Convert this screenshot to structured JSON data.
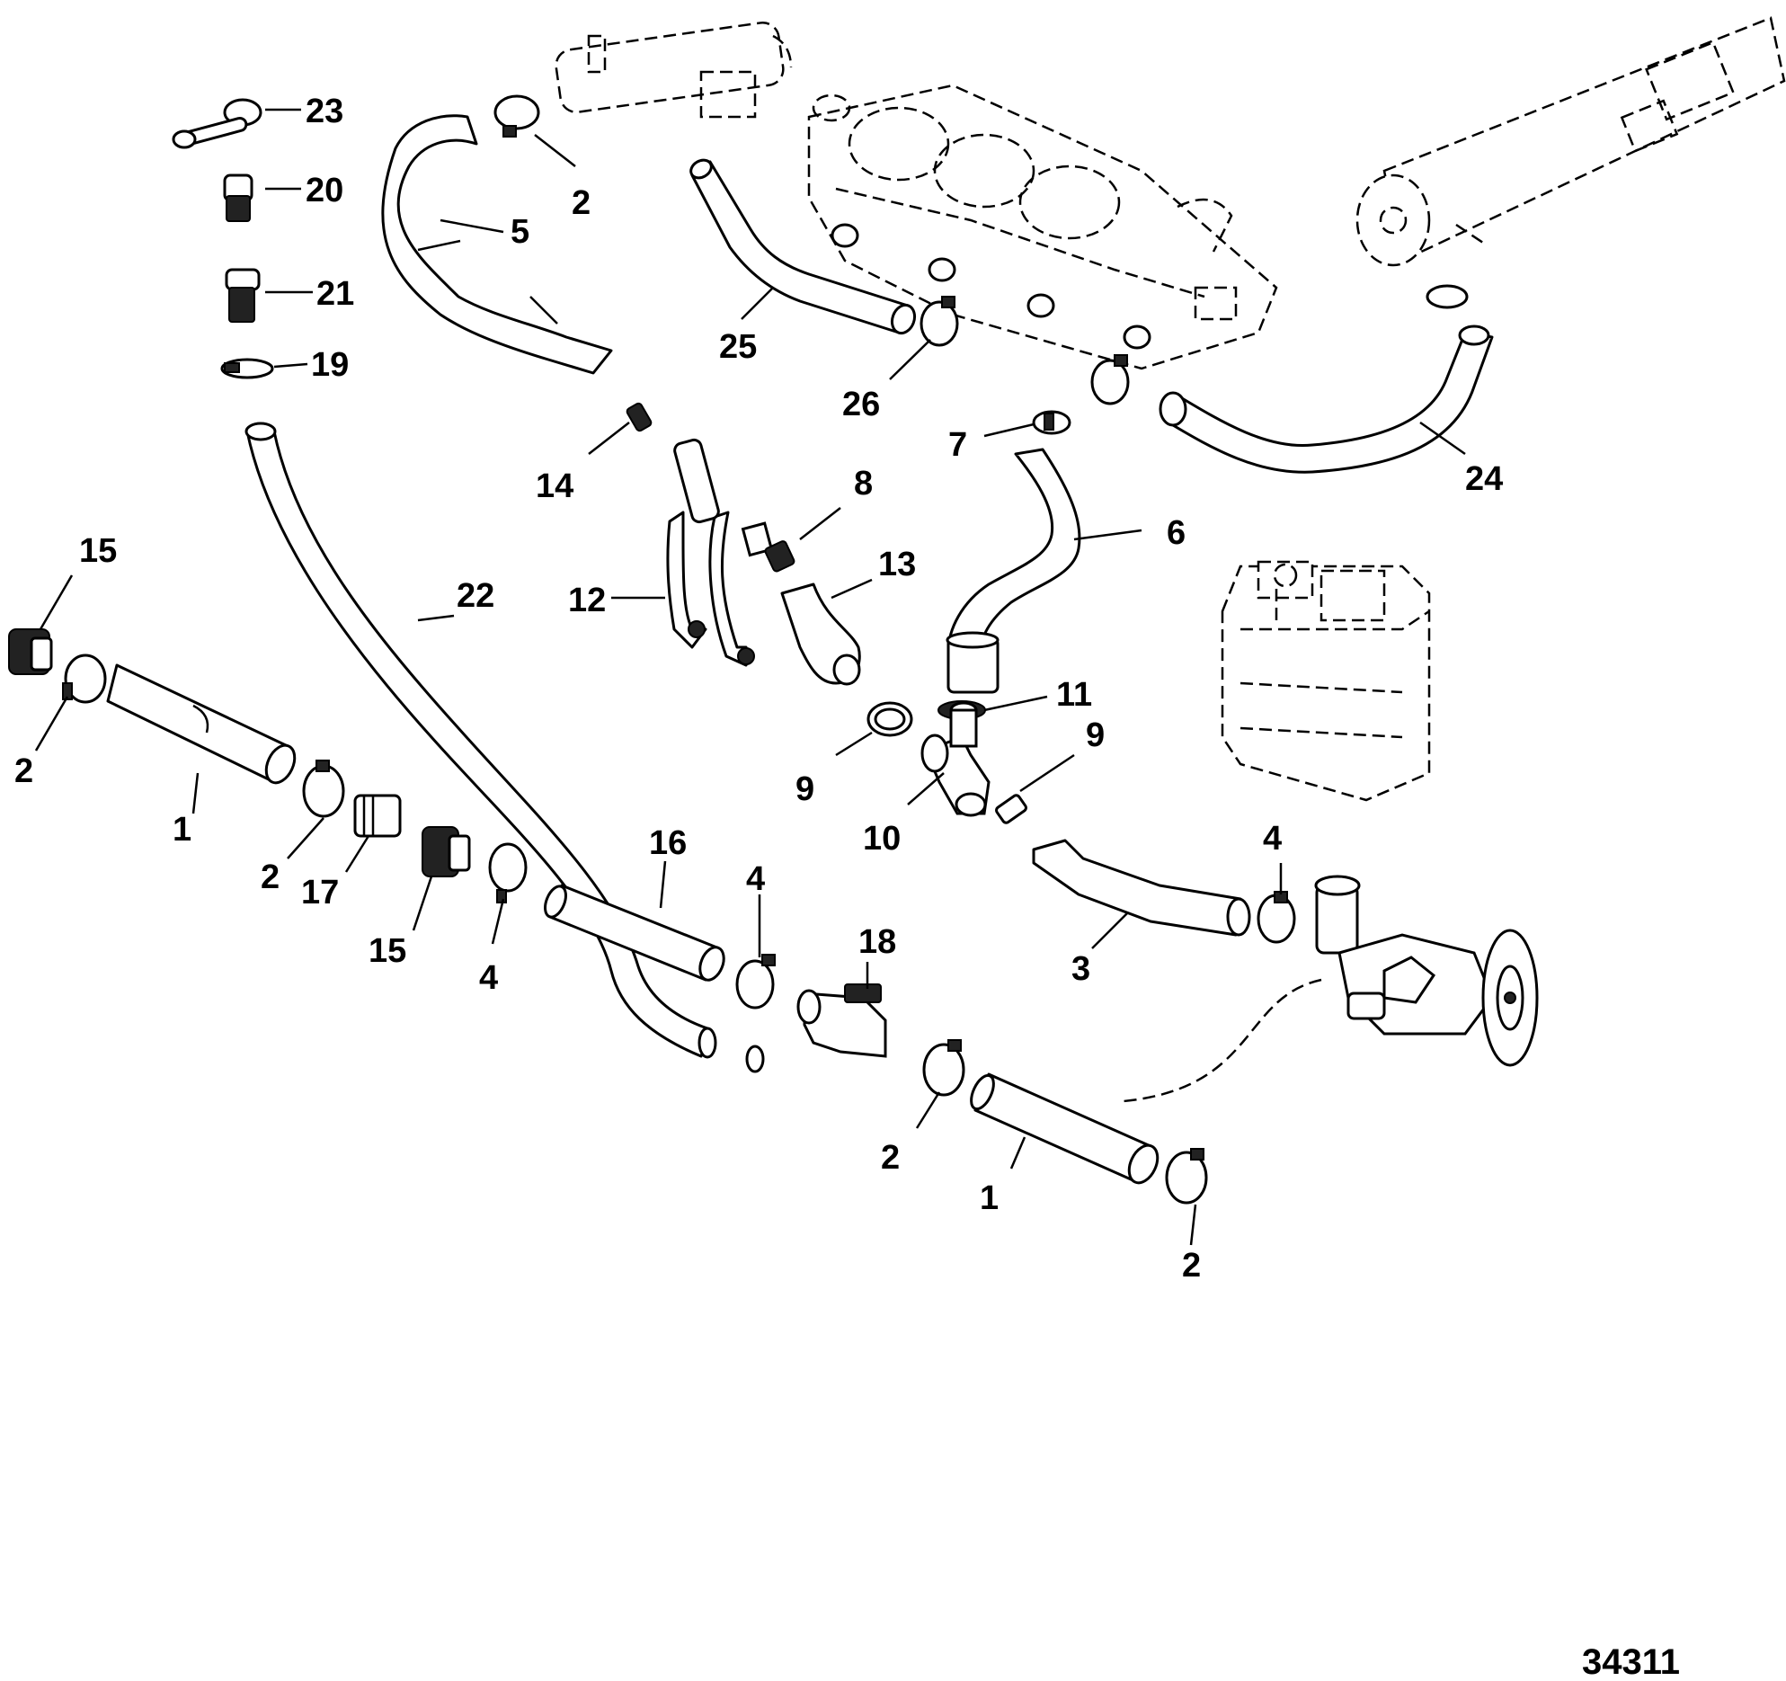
{
  "figure": {
    "number": "34311"
  },
  "callouts": [
    {
      "id": "c23",
      "label": "23"
    },
    {
      "id": "c20",
      "label": "20"
    },
    {
      "id": "c21",
      "label": "21"
    },
    {
      "id": "c19",
      "label": "19"
    },
    {
      "id": "c2a",
      "label": "2"
    },
    {
      "id": "c5",
      "label": "5"
    },
    {
      "id": "c25",
      "label": "25"
    },
    {
      "id": "c26",
      "label": "26"
    },
    {
      "id": "c7",
      "label": "7"
    },
    {
      "id": "c24",
      "label": "24"
    },
    {
      "id": "c14",
      "label": "14"
    },
    {
      "id": "c8",
      "label": "8"
    },
    {
      "id": "c6",
      "label": "6"
    },
    {
      "id": "c12",
      "label": "12"
    },
    {
      "id": "c13",
      "label": "13"
    },
    {
      "id": "c15a",
      "label": "15"
    },
    {
      "id": "c22",
      "label": "22"
    },
    {
      "id": "c2b",
      "label": "2"
    },
    {
      "id": "c1a",
      "label": "1"
    },
    {
      "id": "c2c",
      "label": "2"
    },
    {
      "id": "c17",
      "label": "17"
    },
    {
      "id": "c15b",
      "label": "15"
    },
    {
      "id": "c4a",
      "label": "4"
    },
    {
      "id": "c16",
      "label": "16"
    },
    {
      "id": "c4b",
      "label": "4"
    },
    {
      "id": "c11",
      "label": "11"
    },
    {
      "id": "c9a",
      "label": "9"
    },
    {
      "id": "c9b",
      "label": "9"
    },
    {
      "id": "c10",
      "label": "10"
    },
    {
      "id": "c18",
      "label": "18"
    },
    {
      "id": "c4c",
      "label": "4"
    },
    {
      "id": "c3",
      "label": "3"
    },
    {
      "id": "c2d",
      "label": "2"
    },
    {
      "id": "c1b",
      "label": "1"
    },
    {
      "id": "c2e",
      "label": "2"
    }
  ]
}
